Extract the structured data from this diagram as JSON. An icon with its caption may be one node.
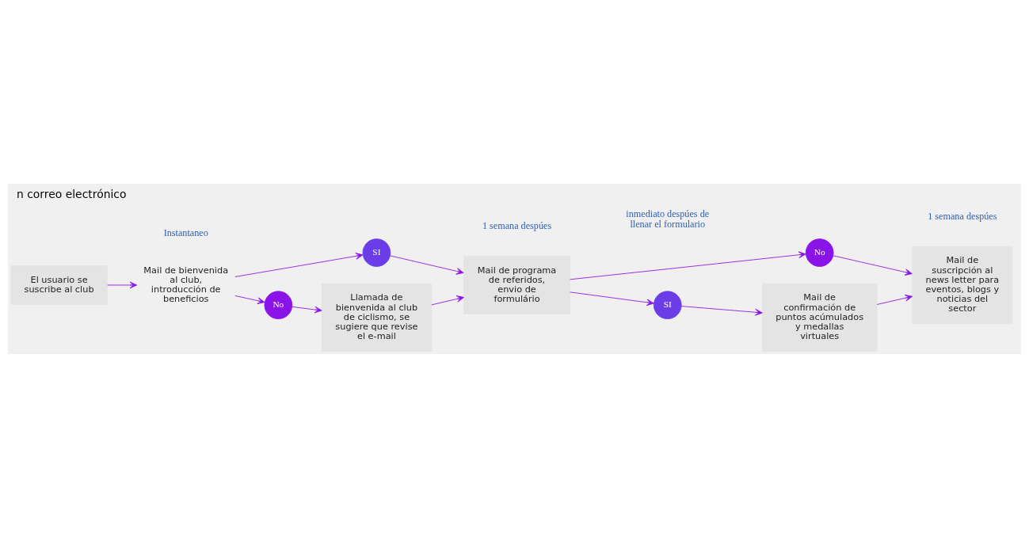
{
  "diagram": {
    "title": "n correo electrónico",
    "nodes": [
      {
        "text": [
          "El usuario se suscribe al club"
        ]
      },
      {
        "text": [
          "Mail de bienvenida al club, introducción de beneficios"
        ]
      },
      {
        "text": [
          "SI"
        ]
      },
      {
        "text": [
          "No"
        ]
      },
      {
        "text": [
          "Mail de programa de referidos, envio de formulário"
        ]
      },
      {
        "text": [
          "Llamada de bienvenida al club de ciclismo, se sugiere que revise el e-mail"
        ]
      },
      {
        "text": [
          "No"
        ]
      },
      {
        "text": [
          "SI"
        ]
      },
      {
        "text": [
          "Mail de confirmación de puntos acúmulados y medallas virtuales"
        ]
      },
      {
        "text": [
          "Mail de suscripción al news letter para eventos, blogs y noticias del sector"
        ]
      }
    ],
    "edges": [
      {
        "from": 0,
        "to": 1,
        "arrow": "to"
      },
      {
        "from": 1,
        "to": 2,
        "arrow": "to"
      },
      {
        "from": 1,
        "to": 3,
        "arrow": "to"
      },
      {
        "from": 2,
        "to": 4,
        "arrow": "to"
      },
      {
        "from": 3,
        "to": 5,
        "arrow": "to"
      },
      {
        "from": 5,
        "to": 4,
        "arrow": "to"
      },
      {
        "from": 4,
        "to": 6,
        "arrow": "to"
      },
      {
        "from": 4,
        "to": 7,
        "arrow": "to"
      },
      {
        "from": 7,
        "to": 8,
        "arrow": "to"
      },
      {
        "from": 6,
        "to": 9,
        "arrow": "to"
      },
      {
        "from": 8,
        "to": 9,
        "arrow": "to"
      }
    ],
    "labels": [
      "Instantaneo",
      "1 semana despúes",
      "inmediato despúes de llenar el formulario",
      "1 semana despúes"
    ]
  }
}
